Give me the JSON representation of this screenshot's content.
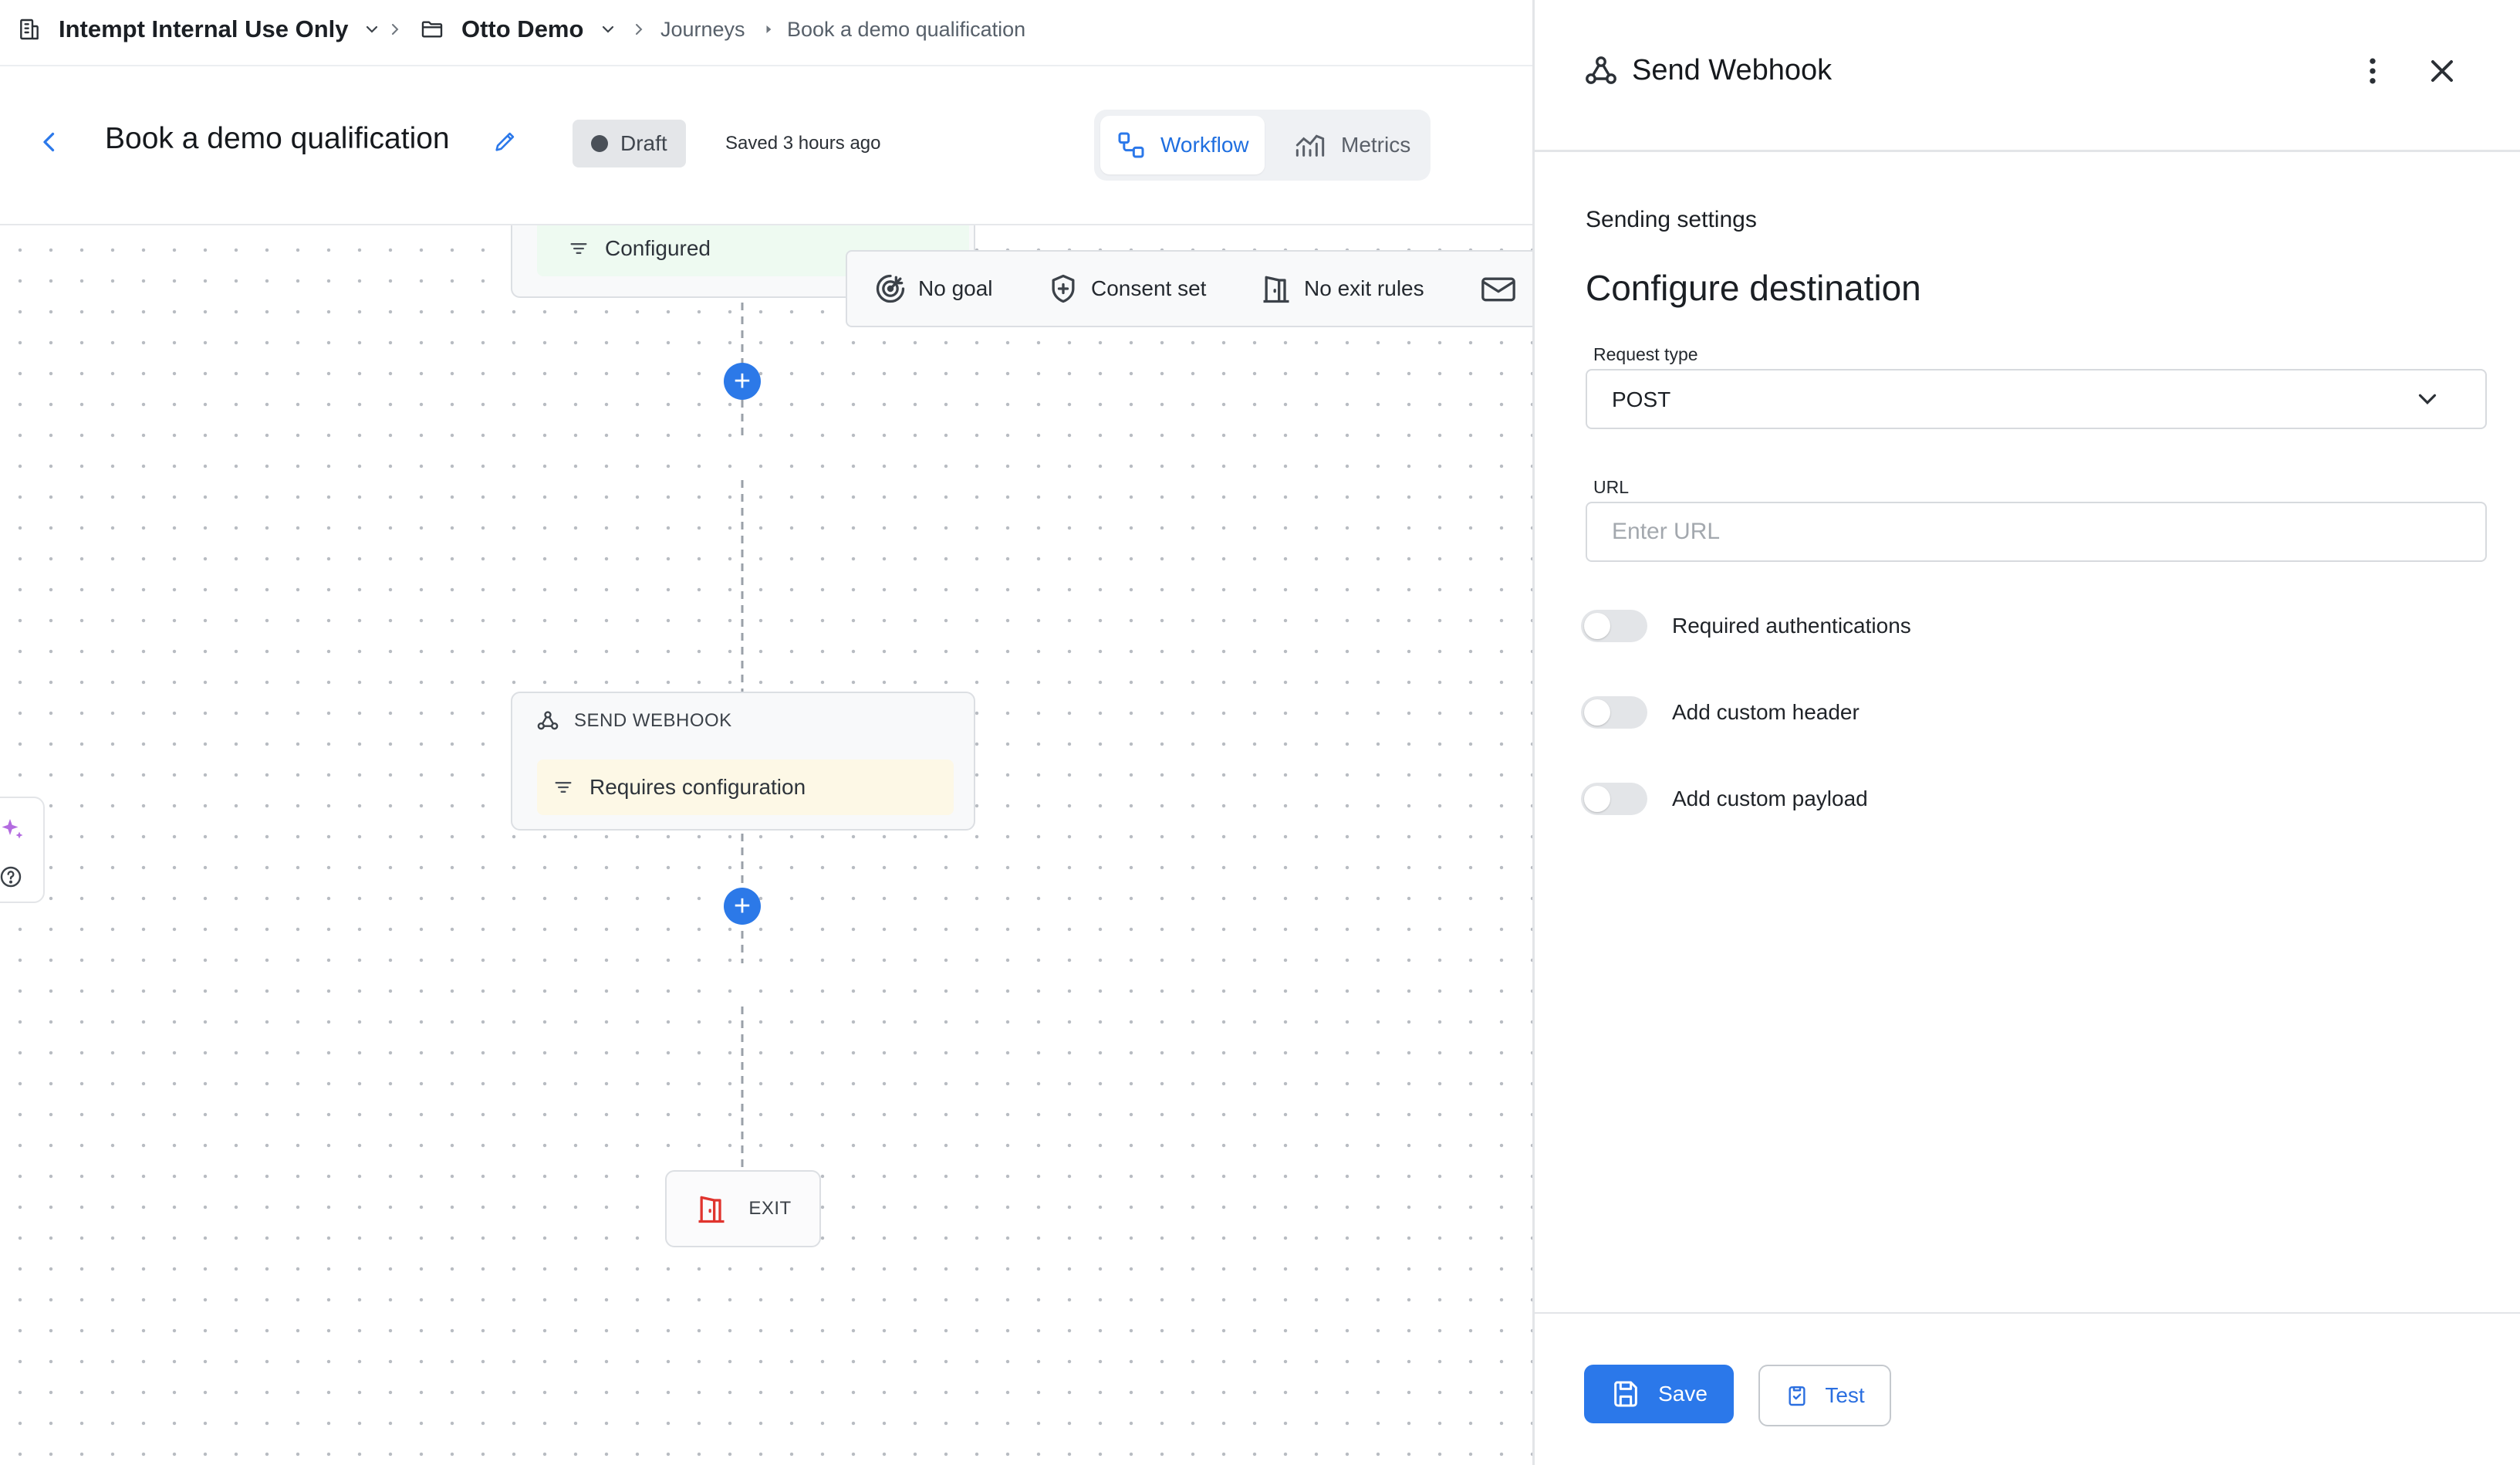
{
  "breadcrumb": {
    "org": "Intempt Internal Use Only",
    "project": "Otto Demo",
    "section": "Journeys",
    "page": "Book a demo qualification"
  },
  "header": {
    "back_icon": "chevron-left-icon",
    "title": "Book a demo qualification",
    "edit_icon": "pencil-icon",
    "status": "Draft",
    "saved_text": "Saved 3 hours ago",
    "tabs": [
      {
        "label": "Workflow",
        "icon": "workflow-icon",
        "active": true
      },
      {
        "label": "Metrics",
        "icon": "metrics-icon",
        "active": false
      }
    ]
  },
  "canvas": {
    "top_node": {
      "status": "Configured"
    },
    "status_strip": [
      {
        "label": "No goal",
        "icon": "goal-icon"
      },
      {
        "label": "Consent set",
        "icon": "shield-plus-icon"
      },
      {
        "label": "No exit rules",
        "icon": "door-icon"
      },
      {
        "label": "",
        "icon": "mail-icon"
      }
    ],
    "webhook_node": {
      "label": "SEND WEBHOOK",
      "status": "Requires configuration"
    },
    "exit_node": {
      "label": "EXIT"
    }
  },
  "panel": {
    "title": "Send Webhook",
    "section_label": "Sending settings",
    "section_title": "Configure destination",
    "request_type": {
      "label": "Request type",
      "value": "POST"
    },
    "url": {
      "label": "URL",
      "value": "",
      "placeholder": "Enter URL"
    },
    "toggles": [
      {
        "label": "Required authentications",
        "on": false
      },
      {
        "label": "Add custom header",
        "on": false
      },
      {
        "label": "Add custom payload",
        "on": false
      }
    ],
    "save_label": "Save",
    "test_label": "Test"
  },
  "colors": {
    "accent": "#2b78ea",
    "node_warning_bg": "#fdf8e6",
    "node_ok_bg": "#eefaf1",
    "exit_icon": "#e0342e"
  }
}
